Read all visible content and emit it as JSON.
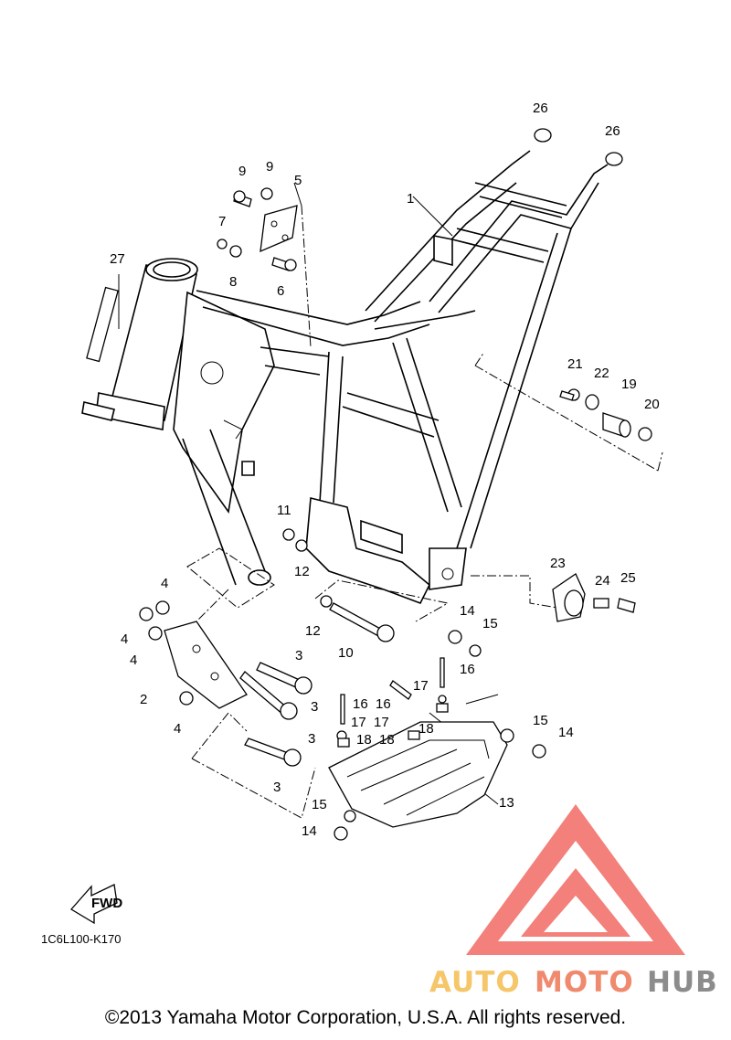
{
  "diagram": {
    "drawing_code": "1C6L100-K170",
    "fwd_label": "FWD",
    "copyright": "©2013 Yamaha Motor Corporation, U.S.A. All rights reserved."
  },
  "callouts": {
    "c1": "1",
    "c2": "2",
    "c3a": "3",
    "c3b": "3",
    "c3c": "3",
    "c3d": "3",
    "c4a": "4",
    "c4b": "4",
    "c4c": "4",
    "c4d": "4",
    "c5": "5",
    "c6": "6",
    "c7": "7",
    "c8": "8",
    "c9a": "9",
    "c9b": "9",
    "c10": "10",
    "c11": "11",
    "c12a": "12",
    "c12b": "12",
    "c13": "13",
    "c14a": "14",
    "c14b": "14",
    "c14c": "14",
    "c15a": "15",
    "c15b": "15",
    "c15c": "15",
    "c16a": "16",
    "c16b": "16",
    "c16c": "16",
    "c17a": "17",
    "c17b": "17",
    "c17c": "17",
    "c18a": "18",
    "c18b": "18",
    "c18c": "18",
    "c19": "19",
    "c20": "20",
    "c21": "21",
    "c22": "22",
    "c23": "23",
    "c24": "24",
    "c25": "25",
    "c26a": "26",
    "c26b": "26",
    "c27": "27"
  },
  "watermark": {
    "word_a": "AUTO",
    "word_b": "MOTO",
    "word_c": "HUB",
    "color_a": "#f6c66a",
    "color_b": "#f08a6e",
    "color_c": "#8c8c8c",
    "triangle_color": "#f26a63"
  }
}
